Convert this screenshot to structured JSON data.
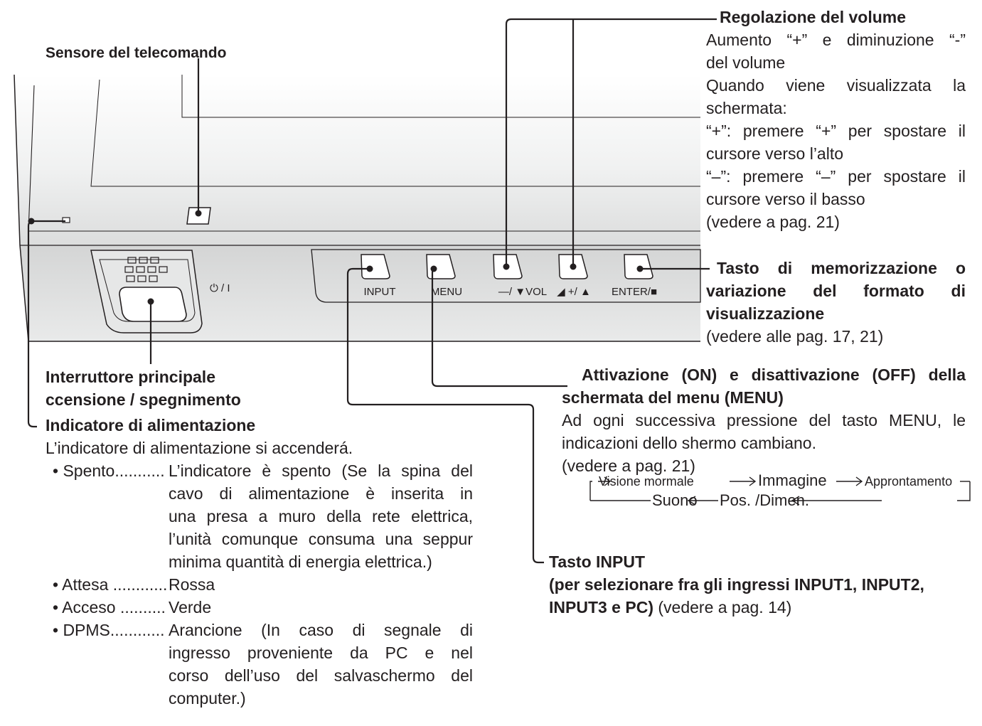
{
  "device": {
    "power_symbol": "⏻ / I",
    "buttons": [
      {
        "label": "INPUT"
      },
      {
        "label": "MENU"
      },
      {
        "label": "—/ ▼VOL"
      },
      {
        "label": "◢ +/ ▲"
      },
      {
        "label": "ENTER/■"
      }
    ]
  },
  "callouts": {
    "remote_sensor": {
      "title": "Sensore del telecomando"
    },
    "volume": {
      "title": "Regolazione del volume",
      "lines": [
        "Aumento “+” e diminuzione “-”",
        "del volume",
        "Quando viene visualizzata la",
        "schermata:",
        "“+”: premere “+” per spostare il",
        "cursore verso l’alto",
        "“–”: premere “–” per spostare il",
        "cursore verso il basso",
        "(vedere a pag. 21)"
      ]
    },
    "enter": {
      "title_lines": [
        "Tasto di memorizzazione o",
        "variazione del formato di",
        "visualizzazione"
      ],
      "ref": "(vedere alle pag. 17, 21)"
    },
    "main_power": {
      "title_lines": [
        "Interruttore principale",
        "ccensione / spegnimento"
      ]
    },
    "menu": {
      "title_lines": [
        "Attivazione (ON) e disattivazione (OFF) della",
        "schermata del menu (MENU)"
      ],
      "lines": [
        "Ad ogni successiva pressione del tasto MENU, le",
        "indicazioni dello shermo cambiano.",
        "(vedere a pag. 21)"
      ],
      "flow_top": [
        "Visione mormale",
        "Immagine",
        "Approntamento"
      ],
      "flow_bottom": [
        "Suono",
        "Pos. /Dimen."
      ]
    },
    "power_indicator": {
      "title": "Indicatore di alimentazione",
      "intro": "L’indicatore di alimentazione si accenderá.",
      "items": [
        {
          "term": "• Spento...........",
          "lines": [
            "L’indicatore è spento (Se la spina del",
            "cavo di alimentazione è inserita in",
            "una presa a muro della rete elettrica,",
            "l’unità comunque consuma una seppur",
            "minima quantità di energia elettrica.)"
          ]
        },
        {
          "term": "• Attesa ............",
          "lines": [
            "Rossa"
          ]
        },
        {
          "term": "• Acceso ..........",
          "lines": [
            "Verde"
          ]
        },
        {
          "term": "• DPMS............",
          "lines": [
            "Arancione (In caso di segnale di",
            "ingresso proveniente da PC e nel",
            "corso dell’uso del salvaschermo del",
            "computer.)"
          ]
        }
      ]
    },
    "input": {
      "title": "Tasto INPUT",
      "sub_bold": "(per selezionare fra gli ingressi INPUT1, INPUT2,",
      "sub_bold2": "INPUT3 e PC)",
      "sub_ref": " (vedere a pag. 14)"
    }
  }
}
